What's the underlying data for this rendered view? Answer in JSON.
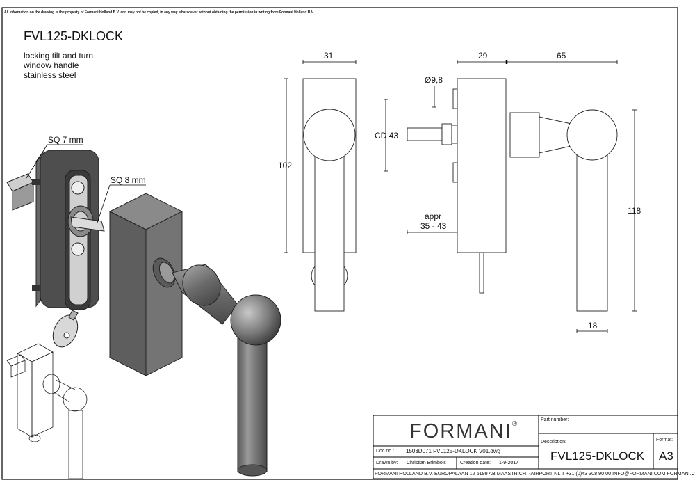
{
  "disclaimer": "All information on the drawing is the property of Formani Holland B.V. and may not be copied, in any way whatsoever without obtaining the permission in writing from Formani Holland B.V.",
  "header": {
    "title": "FVL125-DKLOCK",
    "description_lines": [
      "locking tilt and turn",
      "window handle",
      "stainless steel"
    ]
  },
  "callouts": {
    "sq7": "SQ 7 mm",
    "sq8": "SQ 8 mm"
  },
  "dimensions": {
    "width_front": "31",
    "height_front": "102",
    "spindle_diameter": "Ø9,8",
    "cd": "CD 43",
    "depth_base": "29",
    "depth_handle": "65",
    "appr_label": "appr",
    "appr_range": "35 - 43",
    "handle_length": "118",
    "grip_width": "18"
  },
  "title_block": {
    "brand": "FORMANI",
    "registered_mark": "®",
    "part_number_label": "Part number:",
    "part_number_value": "",
    "description_label": "Description:",
    "description_value": "FVL125-DKLOCK",
    "format_label": "Format:",
    "format_value": "A3",
    "doc_no_label": "Doc no.:",
    "doc_no_value": "1503D071 FVL125-DKLOCK V01.dwg",
    "drawn_by_label": "Drawn by:",
    "drawn_by_value": "Christian Brimbois",
    "creation_date_label": "Creation date:",
    "creation_date_value": "1-9-2017",
    "footer": "FORMANI HOLLAND B.V.  EUROPALAAN 12  6199 AB MAASTRICHT-AIRPORT NL  T +31 (0)43 308 90 00 INFO@FORMANI.COM FORMANI.COM"
  }
}
